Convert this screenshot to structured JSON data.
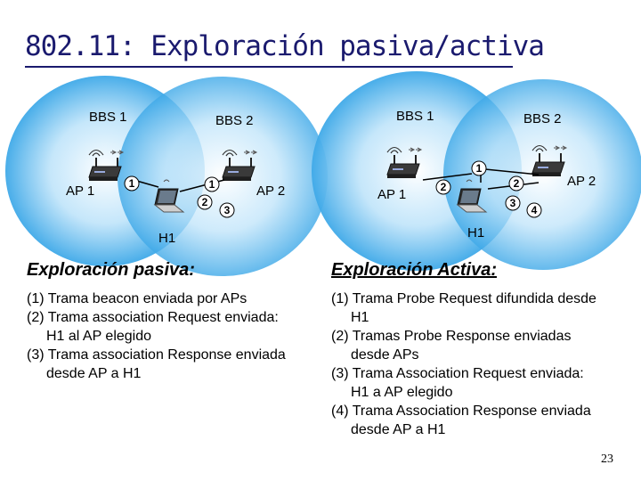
{
  "title": "802.11: Exploración pasiva/activa",
  "passive": {
    "bss1": "BBS 1",
    "bss2": "BBS 2",
    "ap1": "AP 1",
    "ap2": "AP 2",
    "host": "H1",
    "step_labels": [
      "1",
      "1",
      "2",
      "3"
    ],
    "heading": "Exploración pasiva:",
    "steps": [
      "(1) Trama beacon enviada por APs",
      "(2) Trama association Request enviada: H1 al AP elegido",
      "(3) Trama association Response enviada desde AP a H1"
    ]
  },
  "active": {
    "bss1": "BBS 1",
    "bss2": "BBS 2",
    "ap1": "AP 1",
    "ap2": "AP 2",
    "host": "H1",
    "step_labels": [
      "1",
      "2",
      "2",
      "3",
      "4"
    ],
    "heading": "Exploración Activa:",
    "steps": [
      "(1) Trama Probe Request difundida desde H1",
      "(2) Tramas Probe Response enviadas desde APs",
      "(3) Trama Association Request enviada: H1 a AP elegido",
      "(4) Trama Association Response enviada desde AP a H1"
    ]
  },
  "page_number": "23",
  "colors": {
    "bss_fill_center": "#ffffff",
    "bss_fill_edge": "#3fa9e8",
    "title": "#1a1a6e"
  }
}
